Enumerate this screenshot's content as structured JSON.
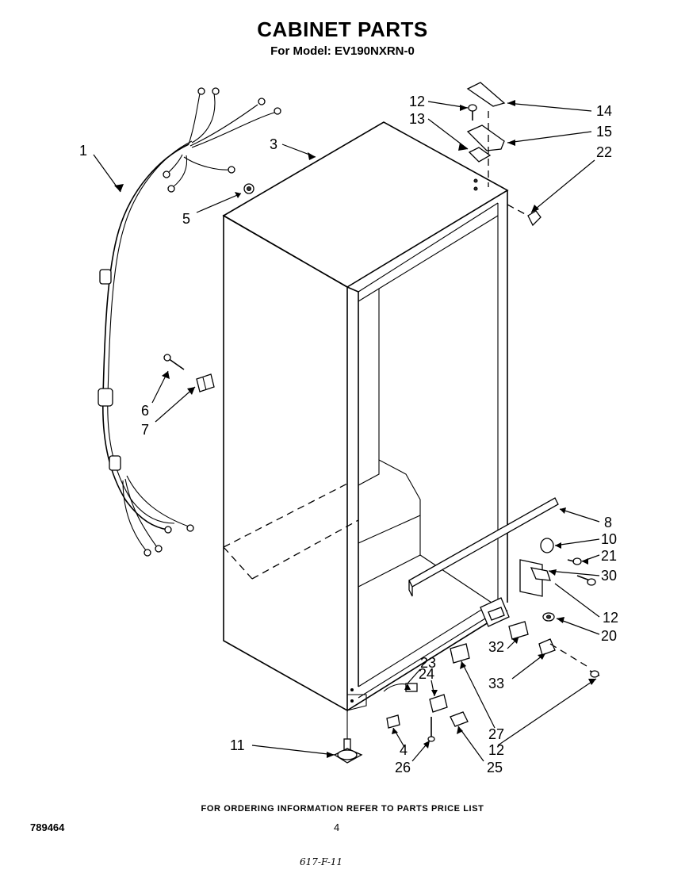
{
  "header": {
    "title": "CABINET PARTS",
    "model_line": "For Model: EV190NXRN-0"
  },
  "callouts": {
    "c1": "1",
    "c3": "3",
    "c4": "4",
    "c5": "5",
    "c6": "6",
    "c7": "7",
    "c8": "8",
    "c10": "10",
    "c11": "11",
    "c12a": "12",
    "c12b": "12",
    "c12c": "12",
    "c13": "13",
    "c14": "14",
    "c15": "15",
    "c20": "20",
    "c21": "21",
    "c22": "22",
    "c23": "23",
    "c24": "24",
    "c25": "25",
    "c26": "26",
    "c27": "27",
    "c30": "30",
    "c32": "32",
    "c33": "33"
  },
  "footer": {
    "ordering_note": "FOR ORDERING INFORMATION REFER TO PARTS PRICE LIST",
    "doc_number": "789464",
    "page_number": "4",
    "handwritten_note": "617-F-11"
  }
}
